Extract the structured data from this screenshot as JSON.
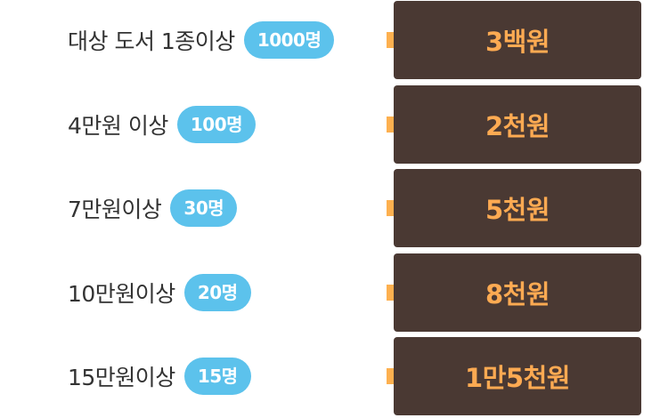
{
  "tiers": [
    {
      "condition": "대상 도서 1종이상",
      "count": "1000명",
      "reward": "3백원"
    },
    {
      "condition": "4만원 이상",
      "count": "100명",
      "reward": "2천원"
    },
    {
      "condition": "7만원이상",
      "count": "30명",
      "reward": "5천원"
    },
    {
      "condition": "10만원이상",
      "count": "20명",
      "reward": "8천원"
    },
    {
      "condition": "15만원이상",
      "count": "15명",
      "reward": "1만5천원"
    }
  ],
  "colors": {
    "badge": "#5cc2ec",
    "reward_bg": "#4a3933",
    "reward_text": "#fdaa52",
    "arrow": "#fdb04f",
    "label_text": "#333333"
  },
  "icons": {
    "arrow": "arrow-right-icon"
  }
}
